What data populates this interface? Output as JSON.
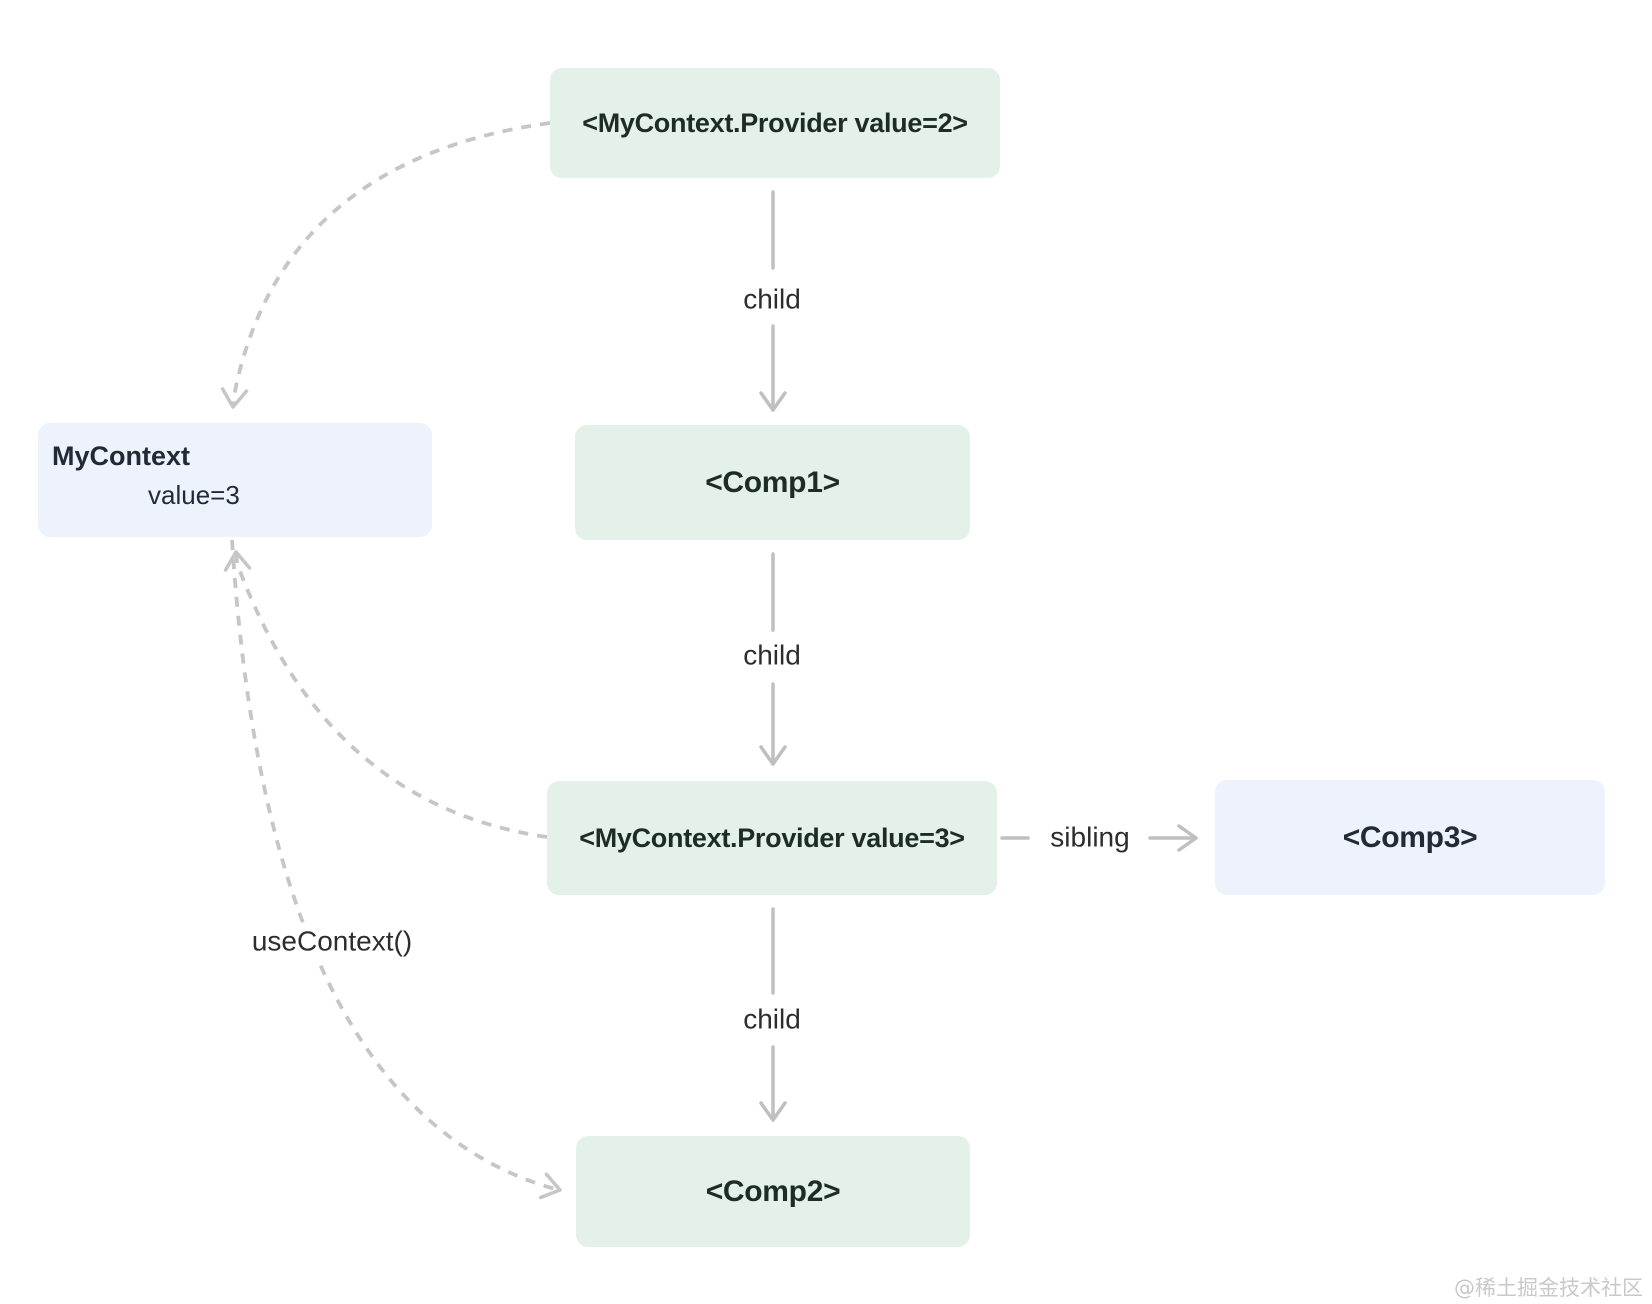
{
  "diagram": {
    "nodes": {
      "provider2": {
        "label": "<MyContext.Provider value=2>"
      },
      "comp1": {
        "label": "<Comp1>"
      },
      "mycontext": {
        "title": "MyContext",
        "value": "value=3"
      },
      "provider3": {
        "label": "<MyContext.Provider value=3>"
      },
      "comp3": {
        "label": "<Comp3>"
      },
      "comp2": {
        "label": "<Comp2>"
      }
    },
    "edge_labels": {
      "child1": "child",
      "child2": "child",
      "child3": "child",
      "sibling": "sibling",
      "usecontext": "useContext()"
    }
  },
  "colors": {
    "green_fill": "#e4f1e8",
    "green_text": "#1e2d24",
    "blue_fill": "#eef2fb",
    "blue_text": "#232a37",
    "arrow": "#bfbfbf",
    "dashed": "#c6c6c6",
    "label": "#2d2d2d",
    "watermark": "#c9c9c9"
  },
  "watermark": "@稀土掘金技术社区"
}
